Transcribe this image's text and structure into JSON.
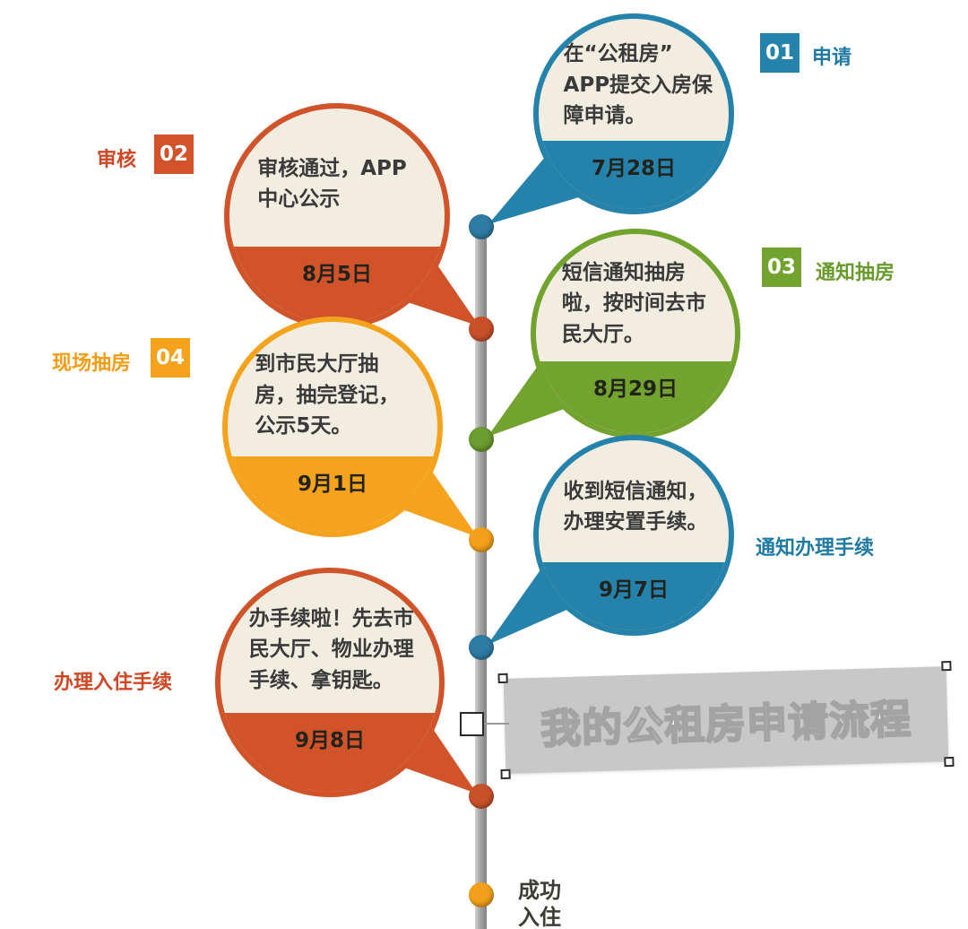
{
  "banner": {
    "title": "我的公租房申请流程"
  },
  "colors": {
    "blue": "#2583ab",
    "red": "#d0532a",
    "green": "#71a32e",
    "orange": "#f5a31c",
    "bubble_fill": "#f1eee1",
    "timeline_gray": "#a8a8a8",
    "banner_gray": "#c8c8c8"
  },
  "steps": [
    {
      "number": "01",
      "label": "申请",
      "date": "7月28日",
      "text": "在“公租房”\nAPP提交入房保\n障申请。",
      "color": "blue",
      "side": "right"
    },
    {
      "number": "02",
      "label": "审核",
      "date": "8月5日",
      "text": "审核通过，APP\n中心公示",
      "color": "red",
      "side": "left"
    },
    {
      "number": "03",
      "label": "通知抽房",
      "date": "8月29日",
      "text": "短信通知抽房\n啦，按时间去市\n民大厅。",
      "color": "green",
      "side": "right"
    },
    {
      "number": "04",
      "label": "现场抽房",
      "date": "9月1日",
      "text": "到市民大厅抽\n房，抽完登记，\n公示5天。",
      "color": "orange",
      "side": "left"
    },
    {
      "number": "",
      "label": "通知办理手续",
      "date": "9月7日",
      "text": "收到短信通知，\n办理安置手续。",
      "color": "blue",
      "side": "right"
    },
    {
      "number": "",
      "label": "办理入住手续",
      "date": "9月8日",
      "text": "办手续啦！先去市\n民大厅、物业办理\n手续、拿钥匙。",
      "color": "red",
      "side": "left"
    }
  ],
  "final_step": {
    "label": "成功\n入住"
  }
}
